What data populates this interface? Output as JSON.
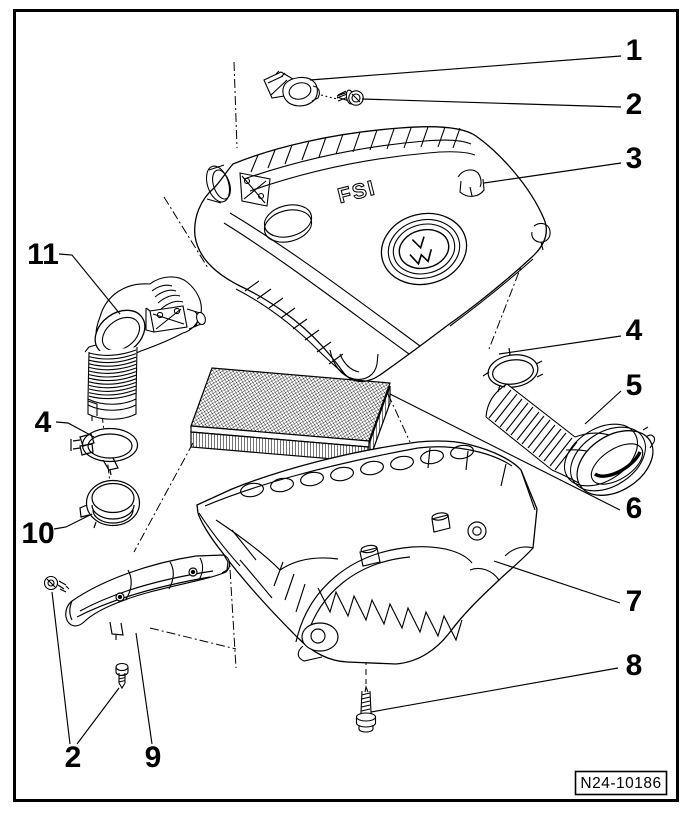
{
  "figure": {
    "code": "N24-10186",
    "cover_text": "FSI",
    "background": "#ffffff",
    "line_color": "#000000"
  },
  "callouts": [
    {
      "id": "c1",
      "label": "1"
    },
    {
      "id": "c2-top",
      "label": "2"
    },
    {
      "id": "c3",
      "label": "3"
    },
    {
      "id": "c4-right",
      "label": "4"
    },
    {
      "id": "c5",
      "label": "5"
    },
    {
      "id": "c6",
      "label": "6"
    },
    {
      "id": "c7",
      "label": "7"
    },
    {
      "id": "c8",
      "label": "8"
    },
    {
      "id": "c11",
      "label": "11"
    },
    {
      "id": "c4-left",
      "label": "4"
    },
    {
      "id": "c10",
      "label": "10"
    },
    {
      "id": "c2-bottom",
      "label": "2"
    },
    {
      "id": "c9",
      "label": "9"
    }
  ]
}
